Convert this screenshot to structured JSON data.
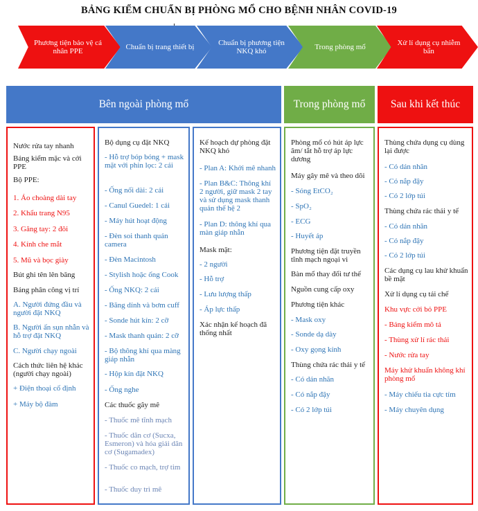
{
  "title": "BẢNG KIỂM CHUẨN BỊ PHÒNG MỔ CHO BỆNH NHÂN COVID-19",
  "steps": [
    "Phương tiện bảo vệ cá nhân PPE",
    "Chuẩn bị trang thiết bị",
    "Chuẩn bị phương tiện NKQ khó",
    "Trong phòng mổ",
    "Xử lí dụng cụ nhiễm bẩn"
  ],
  "headers": [
    "Bên ngoài phòng mổ",
    "Trong phòng mổ",
    "Sau khi kết thúc"
  ],
  "colors": {
    "red": "#ee1111",
    "blue": "#4478c8",
    "green": "#70ad47"
  },
  "col1": [
    {
      "t": "Nước rửa tay nhanh",
      "c": "blk"
    },
    {
      "t": "Bảng kiểm mặc và cởi PPE",
      "c": "blk"
    },
    {
      "t": "Bộ PPE:",
      "c": "blk"
    },
    {
      "t": "1. Áo choàng dài tay",
      "c": "red"
    },
    {
      "t": "2. Khẩu trang N95",
      "c": "red"
    },
    {
      "t": "3. Găng tay: 2 đôi",
      "c": "red"
    },
    {
      "t": "4. Kính che mắt",
      "c": "red"
    },
    {
      "t": "5. Mũ và bọc giày",
      "c": "red"
    },
    {
      "t": "Bút ghi tên lên băng",
      "c": "blk"
    },
    {
      "t": "Bảng phân công vị trí",
      "c": "blk"
    },
    {
      "t": "A. Người đứng đầu và người đặt NKQ",
      "c": "blu"
    },
    {
      "t": "B. Người ấn sụn nhẫn và hỗ trợ đặt NKQ",
      "c": "blu"
    },
    {
      "t": "C. Người chạy ngoài",
      "c": "blu"
    },
    {
      "t": "Cách thức liên hệ khác (người chạy ngoài)",
      "c": "blk"
    },
    {
      "t": "+ Điện thoại cố định",
      "c": "blu"
    },
    {
      "t": "+ Máy bộ đàm",
      "c": "blu"
    }
  ],
  "col2": [
    {
      "t": "Bộ dụng cụ đặt NKQ",
      "c": "blk"
    },
    {
      "t": "- Hỗ trợ bóp bóng + mask mặt với phin lọc: 2 cái",
      "c": "blu"
    },
    {
      "t": "- Ống nối dài: 2 cái",
      "c": "blu"
    },
    {
      "t": "- Canul Guedel: 1 cái",
      "c": "blu"
    },
    {
      "t": "- Máy hút hoạt động",
      "c": "blu"
    },
    {
      "t": "- Đèn soi thanh quản camera",
      "c": "blu"
    },
    {
      "t": "- Đèn Macintosh",
      "c": "blu"
    },
    {
      "t": "- Stylish hoặc ống Cook",
      "c": "blu"
    },
    {
      "t": "- Ống NKQ: 2 cái",
      "c": "blu"
    },
    {
      "t": "- Băng dính và bơm cuff",
      "c": "blu"
    },
    {
      "t": "- Sonde hút kín: 2 cỡ",
      "c": "blu"
    },
    {
      "t": "- Mask thanh quản: 2 cỡ",
      "c": "blu"
    },
    {
      "t": "- Bộ thông khí qua màng giáp nhẫn",
      "c": "blu"
    },
    {
      "t": "- Hộp kín đặt NKQ",
      "c": "blu"
    },
    {
      "t": "- Ống nghe",
      "c": "blu"
    },
    {
      "t": "Các thuốc gây mê",
      "c": "blk"
    },
    {
      "t": "- Thuốc mê tĩnh mạch",
      "c": "gry"
    },
    {
      "t": "- Thuốc dãn cơ (Sucxa, Esmeron) và hóa giải dãn cơ (Sugamadex)",
      "c": "gry"
    },
    {
      "t": "- Thuốc co mạch, trợ tim",
      "c": "gry"
    },
    {
      "t": "- Thuốc duy trì mê",
      "c": "gry"
    }
  ],
  "col3": [
    {
      "t": "Kế hoạch dự phòng đặt NKQ khó",
      "c": "blk"
    },
    {
      "t": "- Plan A: Khởi mê nhanh",
      "c": "blu"
    },
    {
      "t": "- Plan B&C: Thông khí 2 người, giữ mask 2 tay và sử dụng mask thanh quản thế hệ 2",
      "c": "blu"
    },
    {
      "t": "- Plan D: thông khí qua màn giáp nhẫn",
      "c": "blu"
    },
    {
      "t": "Mask mặt:",
      "c": "blk"
    },
    {
      "t": "- 2 người",
      "c": "blu"
    },
    {
      "t": "- Hỗ trợ",
      "c": "blu"
    },
    {
      "t": "- Lưu lượng thấp",
      "c": "blu"
    },
    {
      "t": "- Áp lực thấp",
      "c": "blu"
    },
    {
      "t": "Xác nhận kế hoạch đã thống nhất",
      "c": "blk"
    }
  ],
  "col4": [
    {
      "t": "Phòng mổ có hút áp lực âm/ tắt hỗ trợ áp lực dương",
      "c": "blk"
    },
    {
      "t": "Máy gây mê và theo dõi",
      "c": "blk"
    },
    {
      "t": "- Sóng EtCO₂",
      "c": "blu"
    },
    {
      "t": "- SpO₂",
      "c": "blu"
    },
    {
      "t": "- ECG",
      "c": "blu"
    },
    {
      "t": "- Huyết áp",
      "c": "blu"
    },
    {
      "t": "Phương tiện đặt truyền tĩnh mạch ngoại vi",
      "c": "blk"
    },
    {
      "t": "Bàn mổ thay đổi tư thế",
      "c": "blk"
    },
    {
      "t": "Nguồn cung cấp oxy",
      "c": "blk"
    },
    {
      "t": "Phương tiện khác",
      "c": "blk"
    },
    {
      "t": "- Mask oxy",
      "c": "blu"
    },
    {
      "t": "- Sonde dạ dày",
      "c": "blu"
    },
    {
      "t": "- Oxy gọng kính",
      "c": "blu"
    },
    {
      "t": "Thùng chứa rác thải y tế",
      "c": "blk"
    },
    {
      "t": "- Có dán nhãn",
      "c": "blu"
    },
    {
      "t": "- Có nắp đậy",
      "c": "blu"
    },
    {
      "t": "- Có 2 lớp túi",
      "c": "blu"
    }
  ],
  "col5": [
    {
      "t": "Thùng chứa dụng cụ dùng lại được",
      "c": "blk"
    },
    {
      "t": "- Có dán nhãn",
      "c": "blu"
    },
    {
      "t": "- Có nắp đậy",
      "c": "blu"
    },
    {
      "t": "- Có 2 lớp túi",
      "c": "blu"
    },
    {
      "t": "Thùng chứa rác thải y tế",
      "c": "blk"
    },
    {
      "t": "- Có dán nhãn",
      "c": "blu"
    },
    {
      "t": "- Có nắp đậy",
      "c": "blu"
    },
    {
      "t": "- Có 2 lớp túi",
      "c": "blu"
    },
    {
      "t": "Các dụng cụ lau khử khuẩn bề mặt",
      "c": "blk"
    },
    {
      "t": "Xử lí dụng cụ tái chế",
      "c": "blk"
    },
    {
      "t": "Khu vực cởi bỏ PPE",
      "c": "red"
    },
    {
      "t": "- Bảng kiểm mô tả",
      "c": "red"
    },
    {
      "t": "- Thùng xử lí rác thải",
      "c": "red"
    },
    {
      "t": "- Nước rửa tay",
      "c": "red"
    },
    {
      "t": "Máy khử khuẩn không khí phòng mổ",
      "c": "red"
    },
    {
      "t": "- Máy chiếu tia cực tím",
      "c": "blu"
    },
    {
      "t": "- Máy chuyên dụng",
      "c": "blu"
    }
  ]
}
